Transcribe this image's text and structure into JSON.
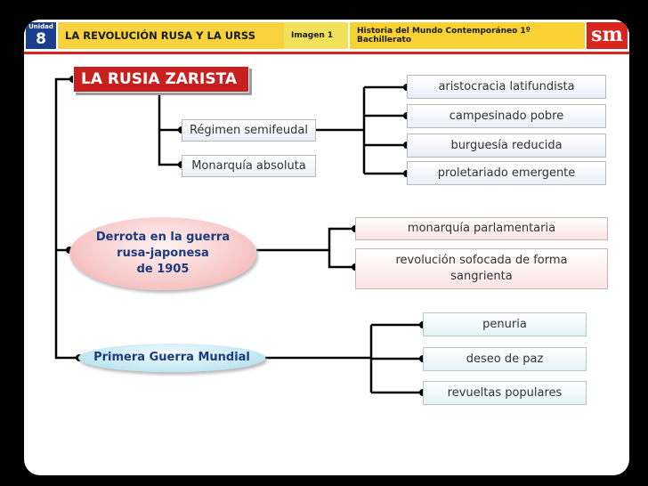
{
  "header": {
    "unit_label": "Unidad",
    "unit_number": "8",
    "title": "LA REVOLUCIÓN RUSA Y LA URSS",
    "image_label": "Imagen 1",
    "course": "Historia del Mundo Contemporáneo 1º Bachillerato",
    "logo": "sm"
  },
  "diagram": {
    "root": "LA RUSIA ZARISTA",
    "regime": {
      "labels": [
        "Régimen semifeudal",
        "Monarquía absoluta"
      ],
      "society": [
        "aristocracia latifundista",
        "campesinado pobre",
        "burguesía reducida",
        "proletariado emergente"
      ]
    },
    "war1905": {
      "line1": "Derrota en la guerra",
      "line2": "rusa-japonesa",
      "line3": "de 1905",
      "results": [
        "monarquía parlamentaria",
        "revolución sofocada de forma",
        "sangrienta"
      ]
    },
    "ww1": {
      "label": "Primera Guerra Mundial",
      "results": [
        "penuria",
        "deseo de paz",
        "revueltas populares"
      ]
    }
  },
  "colors": {
    "header_yellow": "#f7d23c",
    "unit_blue": "#1a3f8f",
    "brand_red": "#d8261e",
    "title_red": "#c81f1f"
  }
}
